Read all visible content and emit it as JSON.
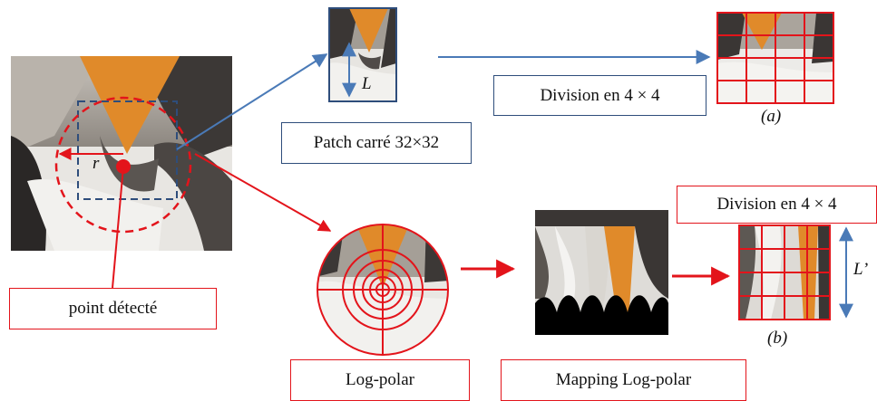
{
  "labels": {
    "patch_box": "Patch carré 32×32",
    "division_top": "Division en 4 × 4",
    "caption_a": "(a)",
    "division_bottom": "Division en 4 × 4",
    "caption_b": "(b)",
    "detected_point": "point détecté",
    "log_polar": "Log-polar",
    "mapping_log_polar": "Mapping Log-polar",
    "symbol_r": "r",
    "symbol_L": "L",
    "symbol_L_prime": "L’"
  },
  "colors": {
    "blue_line": "#4a7ab7",
    "blue_border": "#2e4d7b",
    "red": "#e3141b",
    "orange": "#e08a2a",
    "dark": "#2a2726"
  }
}
